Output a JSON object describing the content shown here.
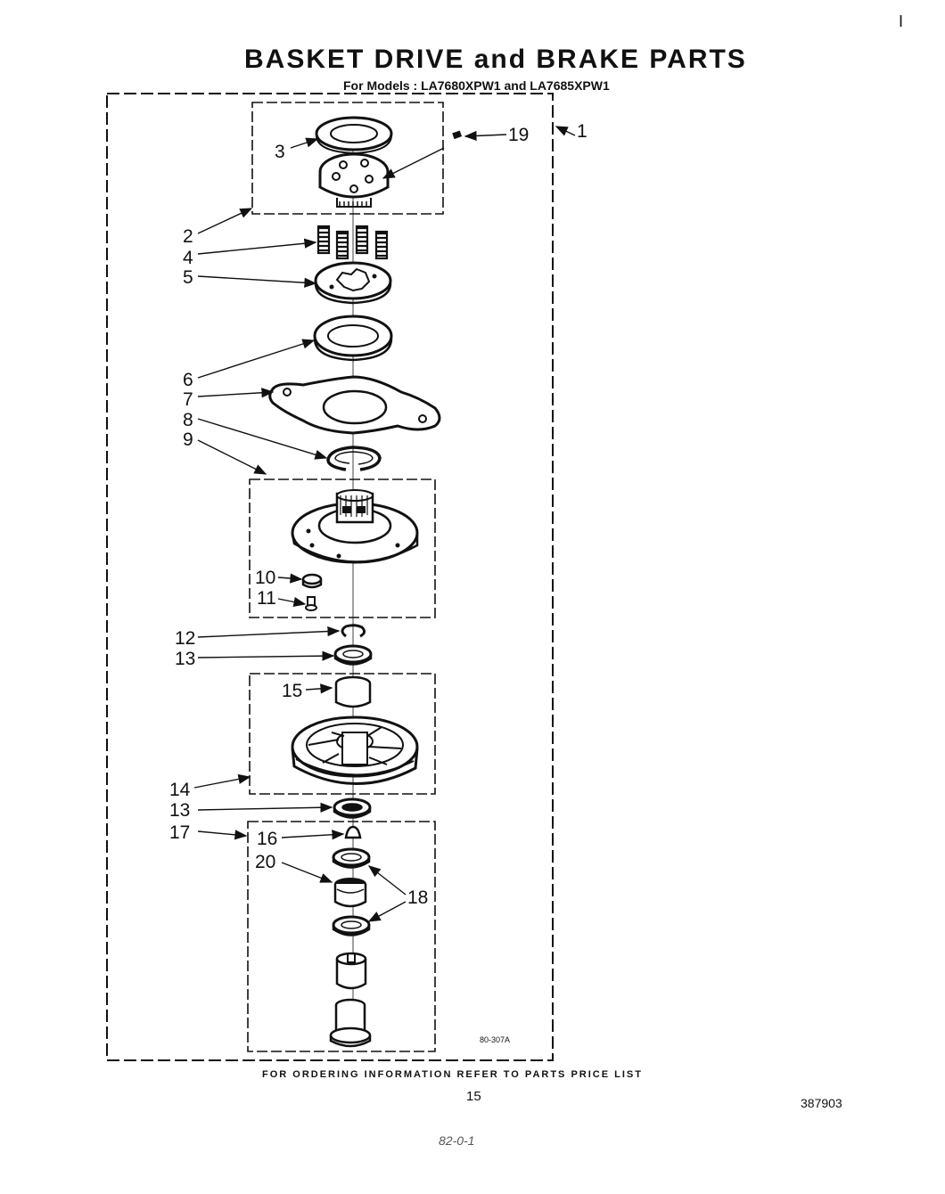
{
  "header": {
    "title": "BASKET DRIVE and BRAKE PARTS",
    "subtitle": "For Models : LA7680XPW1  and LA7685XPW1",
    "corner_mark": "I"
  },
  "callouts": [
    "1",
    "2",
    "3",
    "4",
    "5",
    "6",
    "7",
    "8",
    "9",
    "10",
    "11",
    "12",
    "13",
    "14",
    "13",
    "17",
    "16",
    "20",
    "18",
    "15",
    "19"
  ],
  "diagram_code": "80-307A",
  "footer": {
    "ordering_note": "FOR ORDERING INFORMATION REFER TO PARTS PRICE LIST",
    "page_number": "15",
    "document_number": "387903",
    "handwritten": "82-0-1"
  }
}
